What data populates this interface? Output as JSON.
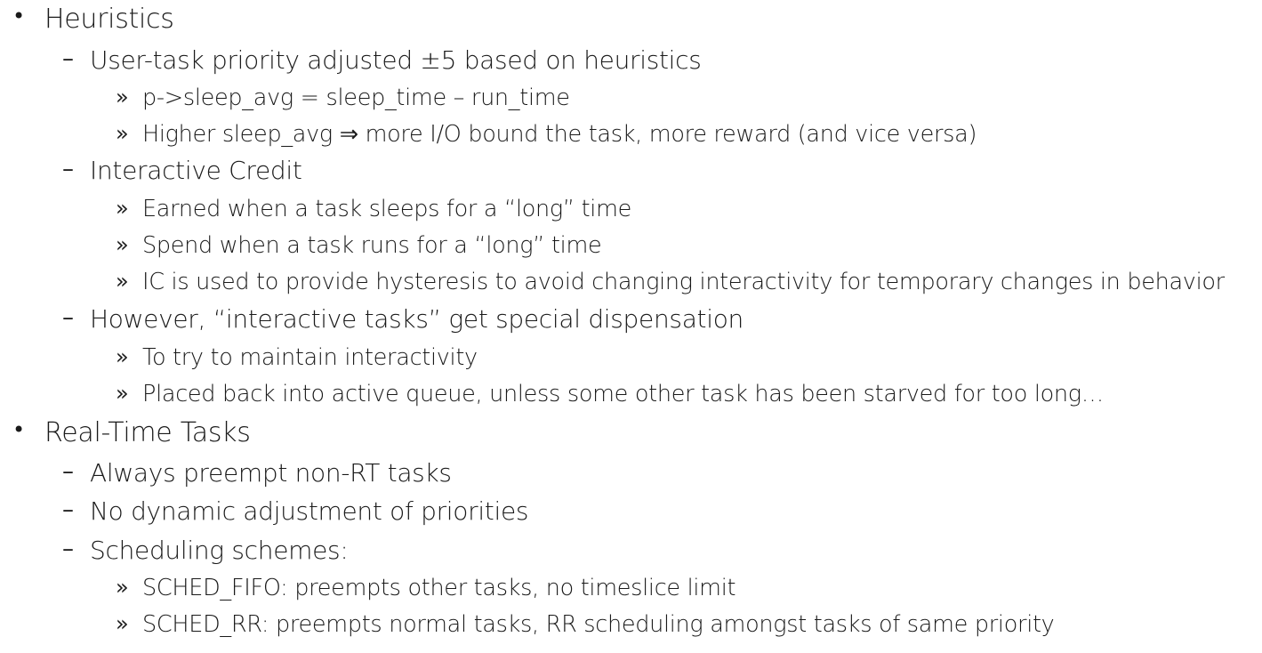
{
  "markers": {
    "bullet": "•",
    "dash": "–",
    "sub": "»"
  },
  "items": [
    {
      "level": 1,
      "text": "Heuristics"
    },
    {
      "level": 2,
      "text": "User-task priority adjusted ±5 based on heuristics"
    },
    {
      "level": 3,
      "text": "p->sleep_avg = sleep_time – run_time"
    },
    {
      "level": 3,
      "text": "Higher sleep_avg ⇒ more I/O bound the task, more reward (and vice versa)"
    },
    {
      "level": 2,
      "text": "Interactive Credit"
    },
    {
      "level": 3,
      "text": "Earned when a task sleeps for a “long” time"
    },
    {
      "level": 3,
      "text": "Spend when a task runs for a “long” time"
    },
    {
      "level": 3,
      "text": "IC is used to provide hysteresis to avoid changing interactivity for temporary changes in behavior"
    },
    {
      "level": 2,
      "text": "However, “interactive tasks” get special dispensation"
    },
    {
      "level": 3,
      "text": "To try to maintain interactivity"
    },
    {
      "level": 3,
      "text": "Placed back into active queue, unless some other task has been starved for too long…"
    },
    {
      "level": 1,
      "text": "Real-Time Tasks"
    },
    {
      "level": 2,
      "text": "Always preempt non-RT tasks"
    },
    {
      "level": 2,
      "text": "No dynamic adjustment of priorities"
    },
    {
      "level": 2,
      "text": "Scheduling schemes:"
    },
    {
      "level": 3,
      "text": "SCHED_FIFO: preempts other tasks, no timeslice limit"
    },
    {
      "level": 3,
      "text": "SCHED_RR: preempts normal tasks, RR scheduling amongst tasks of same priority"
    }
  ]
}
